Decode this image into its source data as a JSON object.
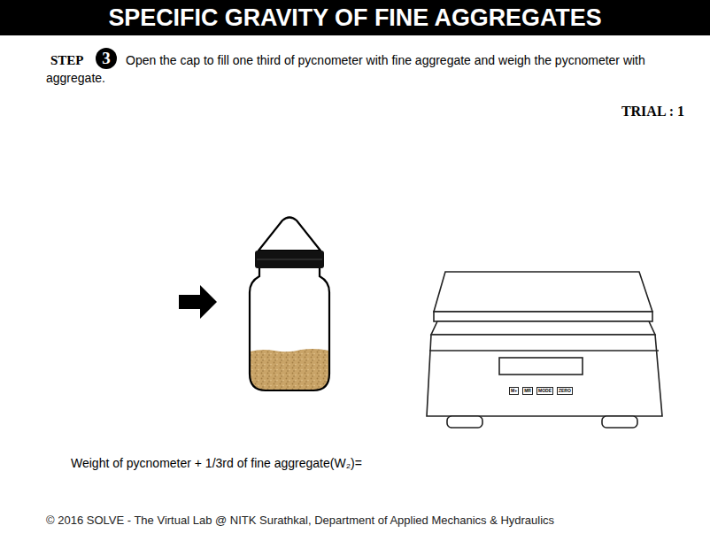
{
  "diagram": {
    "title": "SPECIFIC GRAVITY OF FINE AGGREGATES",
    "nodes": [
      {
        "text": [
          "3"
        ]
      },
      {
        "text": [
          "M+"
        ]
      },
      {
        "text": [
          "MR"
        ]
      },
      {
        "text": [
          "MODE"
        ]
      },
      {
        "text": [
          "ZERO"
        ]
      }
    ],
    "labels": [
      "STEP",
      "Open the cap to fill one third of pycnometer with fine aggregate and weigh the pycnometer with aggregate.",
      "TRIAL : 1",
      "Weight of pycnometer + 1/3rd of fine aggregate(W₂)=",
      "© 2016 SOLVE - The Virtual Lab @ NITK Surathkal, Department of Applied Mechanics & Hydraulics"
    ]
  }
}
